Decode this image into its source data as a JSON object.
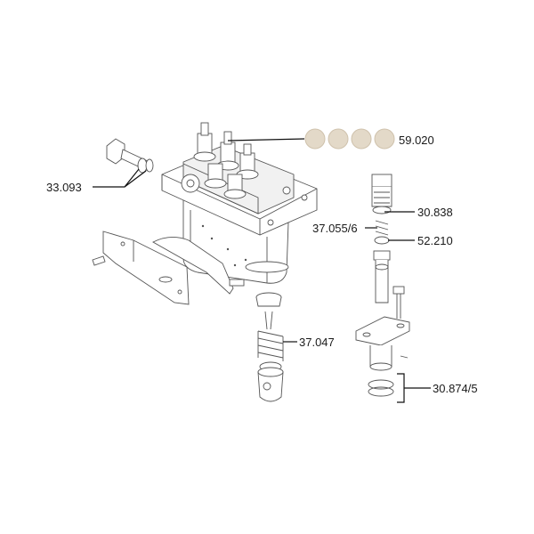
{
  "diagram": {
    "colors": {
      "leader": "#111111",
      "outline": "#555555",
      "cap_fill": "#e3d9c8",
      "cap_shade": "#cfc2ac"
    },
    "labels": {
      "cap_set": "59.020",
      "banjo_bolt": "33.093",
      "valve_holder": "30.838",
      "spring_shim": "37.055/6",
      "valve_seal": "52.210",
      "plunger_spring": "37.047",
      "o_ring_set": "30.874/5"
    }
  }
}
